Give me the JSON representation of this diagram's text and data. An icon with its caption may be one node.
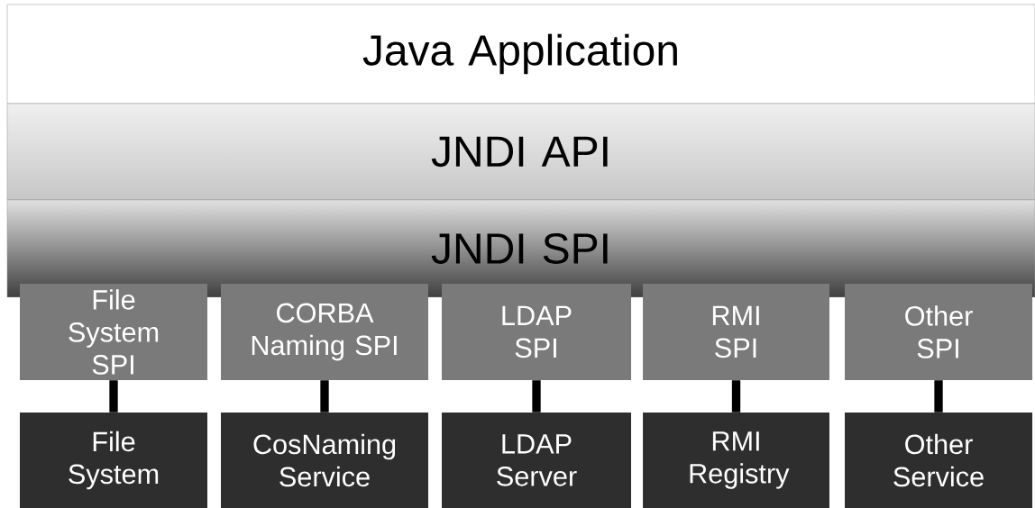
{
  "diagram": {
    "nodes": [
      {
        "text": [
          "Java Application"
        ]
      },
      {
        "text": [
          "JNDI API"
        ]
      },
      {
        "text": [
          "JNDI SPI"
        ]
      },
      {
        "text": [
          "File System SPI"
        ]
      },
      {
        "text": [
          "CORBA Naming SPI"
        ]
      },
      {
        "text": [
          "LDAP SPI"
        ]
      },
      {
        "text": [
          "RMI SPI"
        ]
      },
      {
        "text": [
          "Other SPI"
        ]
      },
      {
        "text": [
          "File System"
        ]
      },
      {
        "text": [
          "CosNaming Service"
        ]
      },
      {
        "text": [
          "LDAP Server"
        ]
      },
      {
        "text": [
          "RMI Registry"
        ]
      },
      {
        "text": [
          "Other Service"
        ]
      }
    ],
    "edges": [
      {
        "from": 3,
        "to": 8,
        "arrow": "none"
      },
      {
        "from": 4,
        "to": 9,
        "arrow": "none"
      },
      {
        "from": 5,
        "to": 10,
        "arrow": "none"
      },
      {
        "from": 6,
        "to": 11,
        "arrow": "none"
      },
      {
        "from": 7,
        "to": 12,
        "arrow": "none"
      }
    ]
  }
}
